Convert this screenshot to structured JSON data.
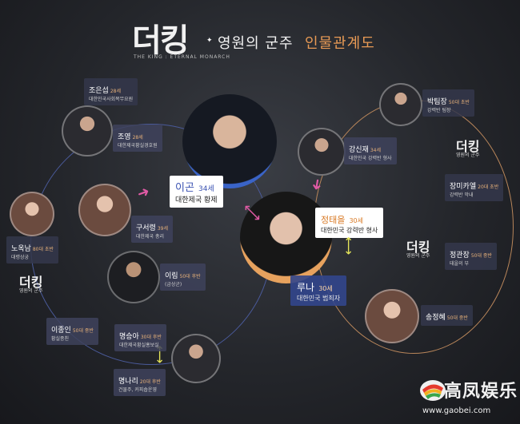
{
  "header": {
    "logo": "더킹",
    "logo_sub": "THE KING : ETERNAL MONARCH",
    "star": "✦",
    "title": "영원의 군주",
    "title_accent": "인물관계도"
  },
  "mini_logos": [
    {
      "logo": "더킹",
      "sub": "영원의 군주"
    },
    {
      "logo": "더킹",
      "sub": "영원의 군주"
    },
    {
      "logo": "더킹",
      "sub": "영원의 군주"
    }
  ],
  "lee_gon": {
    "name": "이곤",
    "age": "34세",
    "desc": "대한제국 황제"
  },
  "jeong_tae_eul": {
    "name": "정태을",
    "age": "30세",
    "desc": "대한민국 강력반 형사"
  },
  "luna": {
    "name": "루나",
    "age": "30세",
    "desc": "대한민국 범죄자"
  },
  "people": [
    {
      "name": "조은섭",
      "age": "28세",
      "desc": "대한민국사회복무요원"
    },
    {
      "name": "조영",
      "age": "28세",
      "desc": "대한제국황실경호원"
    },
    {
      "name": "구서령",
      "age": "39세",
      "desc": "대한제국 총리"
    },
    {
      "name": "노옥남",
      "age": "80대 초반",
      "desc": "대령상궁"
    },
    {
      "name": "이림",
      "age": "50대 후반",
      "desc": "(금상군)"
    },
    {
      "name": "이종인",
      "age": "50대 중반",
      "desc": "황실종친"
    },
    {
      "name": "명승아",
      "age": "30대 후반",
      "desc": "대한제국황실홍보실"
    },
    {
      "name": "명나리",
      "age": "20대 후반",
      "desc": "건물주, 커피숍운영"
    },
    {
      "name": "강신재",
      "age": "34세",
      "desc": "대한민국 강력반 형사"
    },
    {
      "name": "박팀장",
      "age": "50대 초반",
      "desc": "강력반 팀장"
    },
    {
      "name": "장미카엘",
      "age": "20대 초반",
      "desc": "강력반 막내"
    },
    {
      "name": "정관장",
      "age": "50대 중반",
      "desc": "태을의 부"
    },
    {
      "name": "송정혜",
      "age": "50대 중반",
      "desc": ""
    }
  ],
  "watermark": {
    "text": "高凤娱乐",
    "url": "www.gaobei.com"
  },
  "colors": {
    "left_ring": "#4a5a9a",
    "right_ring": "#b9865a",
    "arrow_pink": "#e05aa5",
    "arrow_yellow": "#e6e65a",
    "accent_orange": "#e89a55"
  }
}
